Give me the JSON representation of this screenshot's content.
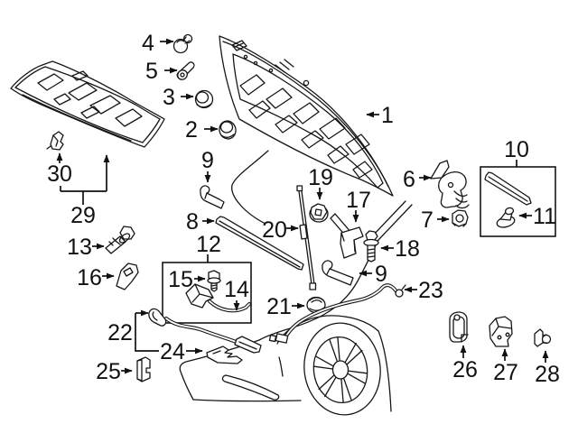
{
  "diagram": {
    "background_color": "#ffffff",
    "line_color": "#161616",
    "labels": {
      "n1": "1",
      "n2": "2",
      "n3": "3",
      "n4": "4",
      "n5": "5",
      "n6": "6",
      "n7": "7",
      "n8": "8",
      "n9_upper": "9",
      "n9_lower": "9",
      "n10": "10",
      "n11": "11",
      "n12": "12",
      "n13": "13",
      "n14": "14",
      "n15": "15",
      "n16": "16",
      "n17": "17",
      "n18": "18",
      "n19": "19",
      "n20": "20",
      "n21": "21",
      "n22": "22",
      "n23": "23",
      "n24": "24",
      "n25": "25",
      "n26": "26",
      "n27": "27",
      "n28": "28",
      "n29": "29",
      "n30": "30"
    }
  }
}
